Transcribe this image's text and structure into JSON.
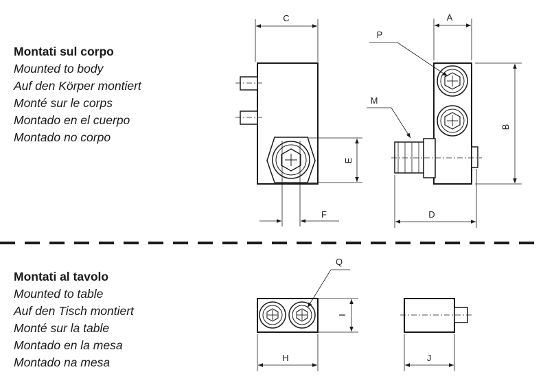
{
  "section_body": {
    "title": "Montati sul corpo",
    "translations": [
      "Mounted to body",
      "Auf den Körper montiert",
      "Monté sur le corps",
      "Montado en el cuerpo",
      "Montado no corpo"
    ]
  },
  "section_table": {
    "title": "Montati al tavolo",
    "translations": [
      "Mounted to table",
      "Auf den Tisch montiert",
      "Monté sur la table",
      "Montado en la mesa",
      "Montado na mesa"
    ]
  },
  "dimension_labels": {
    "A": "A",
    "B": "B",
    "C": "C",
    "D": "D",
    "E": "E",
    "F": "F",
    "H": "H",
    "I": "I",
    "J": "J",
    "M": "M",
    "P": "P",
    "Q": "Q"
  },
  "colors": {
    "line": "#1a1a1a",
    "background": "#ffffff"
  }
}
